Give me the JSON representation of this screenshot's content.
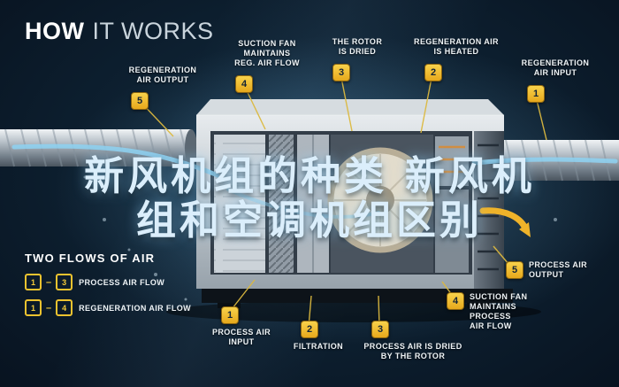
{
  "title": {
    "bold": "HOW",
    "light": "IT WORKS"
  },
  "overlay_title": {
    "line1": "新风机组的种类 新风机",
    "line2": "组和空调机组区别"
  },
  "top_callouts": [
    {
      "num": "5",
      "text": "REGENERATION\nAIR OUTPUT"
    },
    {
      "num": "4",
      "text": "SUCTION FAN\nMAINTAINS\nREG. AIR FLOW"
    },
    {
      "num": "3",
      "text": "THE ROTOR\nIS DRIED"
    },
    {
      "num": "2",
      "text": "REGENERATION AIR\nIS HEATED"
    },
    {
      "num": "1",
      "text": "REGENERATION\nAIR INPUT"
    }
  ],
  "bottom_callouts": [
    {
      "num": "1",
      "text": "PROCESS AIR\nINPUT"
    },
    {
      "num": "2",
      "text": "FILTRATION"
    },
    {
      "num": "3",
      "text": "PROCESS AIR IS DRIED\nBY THE ROTOR"
    },
    {
      "num": "4",
      "text": "SUCTION FAN\nMAINTAINS PROCESS\nAIR FLOW"
    },
    {
      "num": "5",
      "text": "PROCESS AIR\nOUTPUT"
    }
  ],
  "legend": {
    "heading": "TWO FLOWS OF AIR",
    "separator": "–",
    "rows": [
      {
        "from": "1",
        "to": "3",
        "label": "PROCESS AIR FLOW"
      },
      {
        "from": "1",
        "to": "4",
        "label": "REGENERATION AIR FLOW"
      }
    ]
  },
  "colors": {
    "accent_yellow": "#EEC32F",
    "background_navy": "#0E2233",
    "overlay_text_blue": "#DBEEFB",
    "airflow_blue": "#8ED2F2"
  }
}
